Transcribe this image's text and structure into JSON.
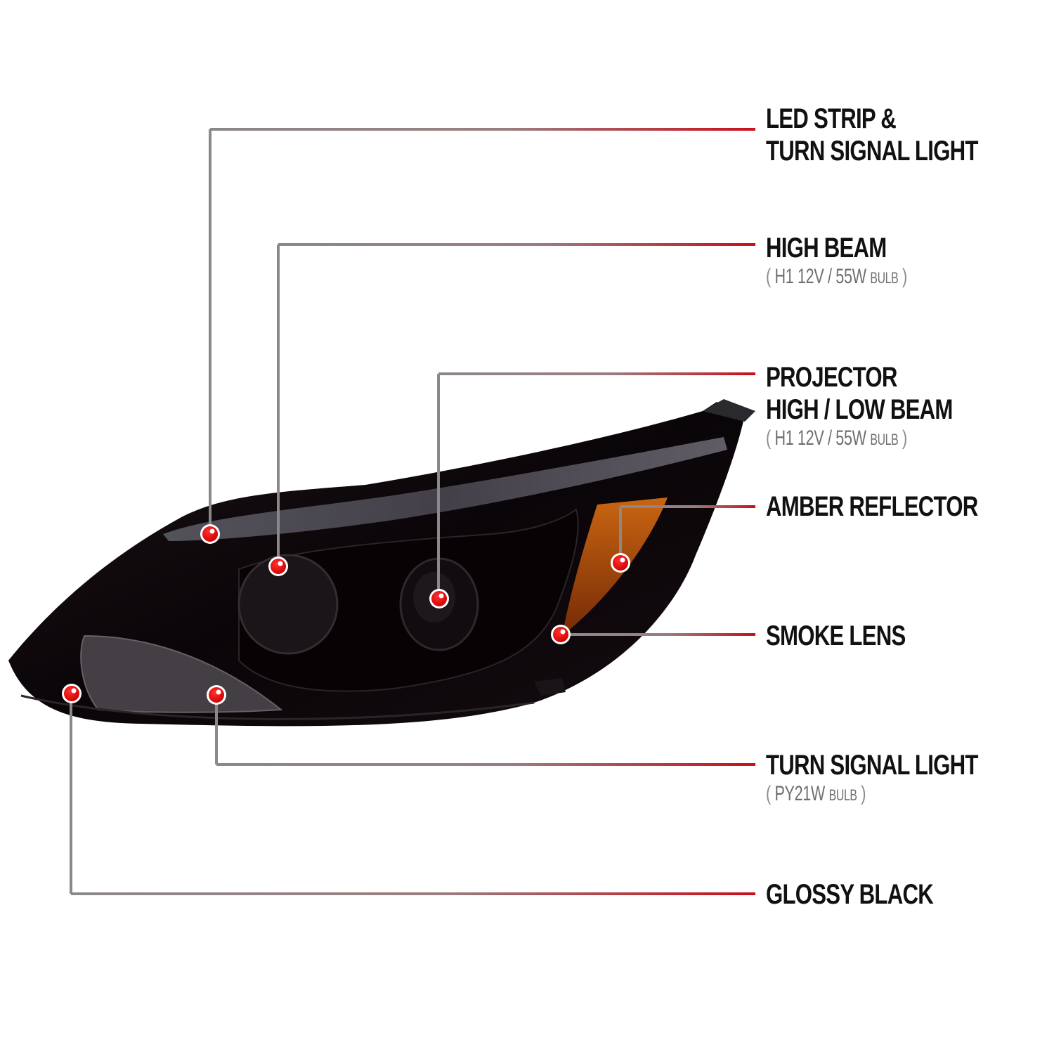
{
  "diagram": {
    "subject": "Smoke lens projector headlight (glossy black housing)",
    "accent_colors": {
      "marker_red": "#e60000",
      "marker_ring": "#ffffff",
      "leader_gray": "#8c8888",
      "leader_red": "#c8101a",
      "amber": "#c2560a",
      "housing": "#0b0609"
    },
    "callouts": [
      {
        "id": "led-strip",
        "title_lines": [
          "LED STRIP &",
          "TURN SIGNAL LIGHT"
        ],
        "spec": null
      },
      {
        "id": "high-beam",
        "title_lines": [
          "HIGH BEAM"
        ],
        "spec": {
          "open": "(",
          "value": "H1  12V / 55W",
          "unit": "BULB",
          "close": ")"
        }
      },
      {
        "id": "projector",
        "title_lines": [
          "PROJECTOR",
          "HIGH / LOW BEAM"
        ],
        "spec": {
          "open": "(",
          "value": "H1  12V / 55W",
          "unit": "BULB",
          "close": ")"
        }
      },
      {
        "id": "amber-reflector",
        "title_lines": [
          "AMBER REFLECTOR"
        ],
        "spec": null
      },
      {
        "id": "smoke-lens",
        "title_lines": [
          "SMOKE LENS"
        ],
        "spec": null
      },
      {
        "id": "turn-signal",
        "title_lines": [
          "TURN SIGNAL LIGHT"
        ],
        "spec": {
          "open": "(",
          "value": "PY21W",
          "unit": "BULB",
          "close": ")"
        }
      },
      {
        "id": "glossy-black",
        "title_lines": [
          "GLOSSY BLACK"
        ],
        "spec": null
      }
    ]
  }
}
